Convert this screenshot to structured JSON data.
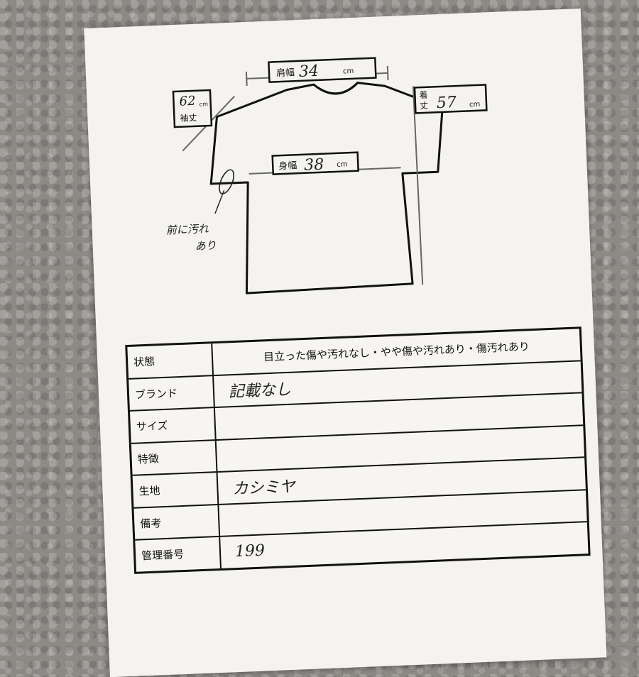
{
  "diagram": {
    "shoulder_label": "肩幅",
    "shoulder_value": "34",
    "shoulder_unit": "cm",
    "sleeve_value": "62",
    "sleeve_unit": "cm",
    "sleeve_label": "袖丈",
    "length_label_1": "着",
    "length_label_2": "丈",
    "length_value": "57",
    "length_unit": "cm",
    "body_label": "身幅",
    "body_value": "38",
    "body_unit": "cm",
    "stain_note_line1": "前に汚れ",
    "stain_note_line2": "あり"
  },
  "table": {
    "rows": [
      {
        "label": "状態",
        "value": "目立った傷や汚れなし・やや傷や汚れあり・傷汚れあり"
      },
      {
        "label": "ブランド",
        "value": "記載なし"
      },
      {
        "label": "サイズ",
        "value": ""
      },
      {
        "label": "特徴",
        "value": ""
      },
      {
        "label": "生地",
        "value": "カシミヤ"
      },
      {
        "label": "備考",
        "value": ""
      },
      {
        "label": "管理番号",
        "value": "199"
      }
    ]
  }
}
